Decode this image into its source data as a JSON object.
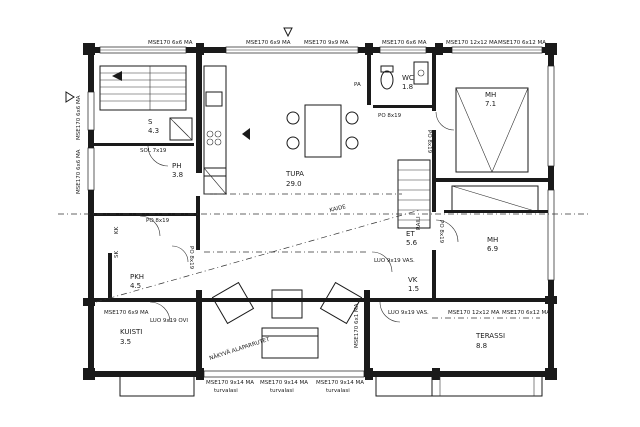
{
  "rooms": {
    "s": {
      "name": "S",
      "area": "4.3"
    },
    "ph": {
      "name": "PH",
      "area": "3.8"
    },
    "tupa": {
      "name": "TUPA",
      "area": "29.0"
    },
    "wc": {
      "name": "WC",
      "area": "1.8"
    },
    "mh1": {
      "name": "MH",
      "area": "7.1"
    },
    "et": {
      "name": "ET",
      "area": "5.6"
    },
    "mh2": {
      "name": "MH",
      "area": "6.9"
    },
    "pkh": {
      "name": "PKH",
      "area": "4.5"
    },
    "kuisti": {
      "name": "KUISTI",
      "area": "3.5"
    },
    "terassi": {
      "name": "TERASSI",
      "area": "8.8"
    },
    "vk": {
      "name": "VK",
      "area": "1.5"
    }
  },
  "fixtures": {
    "sol": "SOL 7x19",
    "pa": "PA",
    "kk": "KK",
    "sk": "SK",
    "kaide": "KAIDE",
    "raili": "RAILI",
    "nakyva": "NÄKYVÄ ALAPARRUTET"
  },
  "windows": {
    "top1": "MSE170 6x6 MA",
    "top2": "MSE170 6x9 MA",
    "top3": "MSE170 9x9 MA",
    "top4": "MSE170 6x6 MA",
    "top5": "MSE170 12x12 MA",
    "top6": "MSE170 6x12 MA",
    "left1": "MSE170 6x6 MA",
    "left2": "MSE170 6x6 MA",
    "mid1": "MSE170 6x9 MA",
    "mid2": "MSE170 6x1 MA",
    "mid3": "MSE170 12x12 MA",
    "mid4": "MSE170 6x12 MA",
    "bot1": "MSE170 9x14 MA",
    "bot2": "MSE170 9x14 MA",
    "bot3": "MSE170 9x14 MA",
    "turva1": "turvalasi",
    "turva2": "turvalasi",
    "turva3": "turvalasi"
  },
  "doors": {
    "po_wc": "PO 8x19",
    "po_left": "PO 8x19",
    "po_right": "PO 8x19",
    "po_ph": "PO 8x19",
    "luo_kuisti": "LUO 9x19 OVI",
    "luo_vas": "LUO 9x19 VAS.",
    "luo_et": "LUO 9x19 VAS.",
    "po_mh": "PO 8x19"
  }
}
